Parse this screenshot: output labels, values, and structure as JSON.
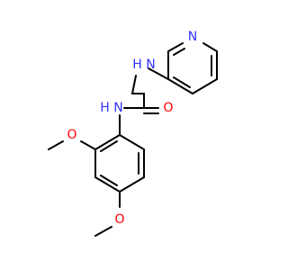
{
  "molecule": {
    "atoms": {
      "pyridine_n": "N",
      "amine_n_upper": "H N",
      "carbonyl_o": "O",
      "amine_n_lower": "H N",
      "methoxy_o_upper": "O",
      "methoxy_o_lower": "O"
    },
    "colors": {
      "nitrogen": "#3333ff",
      "oxygen": "#ff0000",
      "carbon": "#000000"
    }
  }
}
